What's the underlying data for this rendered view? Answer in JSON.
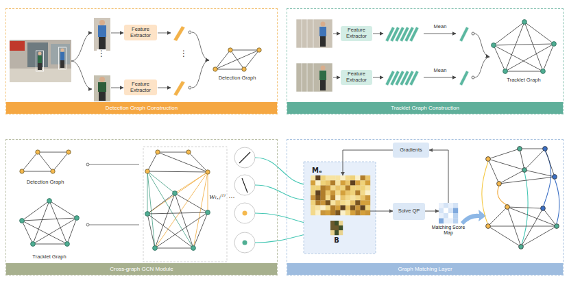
{
  "diagram": {
    "nodes": [
      {
        "text": [
          "Detection Graph Construction"
        ]
      },
      {
        "text": [
          "Feature Extractor"
        ],
        "in": 0
      },
      {
        "text": [
          "Feature Extractor"
        ],
        "in": 0
      },
      {
        "text": [
          "Tracklet Graph Construction"
        ]
      },
      {
        "text": [
          "Feature Extractor"
        ],
        "in": 3
      },
      {
        "text": [
          "Feature Extractor"
        ],
        "in": 3
      },
      {
        "text": [
          "Cross-graph GCN Module"
        ]
      },
      {
        "text": [
          "Graph Matching Layer"
        ]
      },
      {
        "text": [
          "Gradients"
        ],
        "in": 7
      },
      {
        "text": [
          "Mₑ"
        ],
        "in": 7
      },
      {
        "text": [
          "B"
        ],
        "in": 7
      },
      {
        "text": [
          "Solve QP"
        ],
        "in": 7
      },
      {
        "text": [
          "Matching Score Map"
        ],
        "in": 7
      }
    ],
    "edges": [
      {
        "from": 9,
        "to": 11,
        "arrow": "to"
      },
      {
        "from": 11,
        "to": 12,
        "arrow": "to"
      },
      {
        "from": 12,
        "to": 8,
        "arrow": "to"
      },
      {
        "from": 8,
        "to": 9,
        "arrow": "to"
      }
    ],
    "labels": [
      "⋮",
      "⋮",
      "Detection Graph",
      "Mean",
      "Mean",
      "Tracklet Graph",
      "Detection Graph",
      "Tracklet Graph",
      "wᵢ,ⱼ⁽ˡ⁾",
      "⋯"
    ]
  }
}
